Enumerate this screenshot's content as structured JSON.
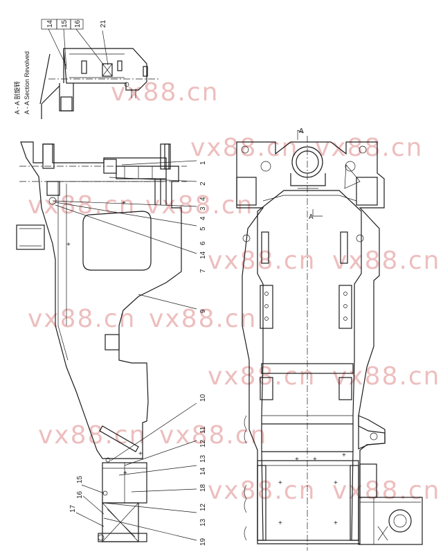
{
  "section_caption": {
    "line1": "A - A 剖旋转",
    "line2": "A - A Section Revolved"
  },
  "section_markers": [
    "A",
    "A"
  ],
  "callouts_inset": [
    "14",
    "15",
    "16",
    "21"
  ],
  "callouts_side": [
    "1",
    "2",
    "4",
    "3",
    "4",
    "5",
    "6",
    "14",
    "7",
    "9",
    "10",
    "11",
    "12",
    "13",
    "14",
    "18",
    "12",
    "13",
    "19",
    "15",
    "16",
    "17"
  ],
  "watermark": "vx88.cn"
}
